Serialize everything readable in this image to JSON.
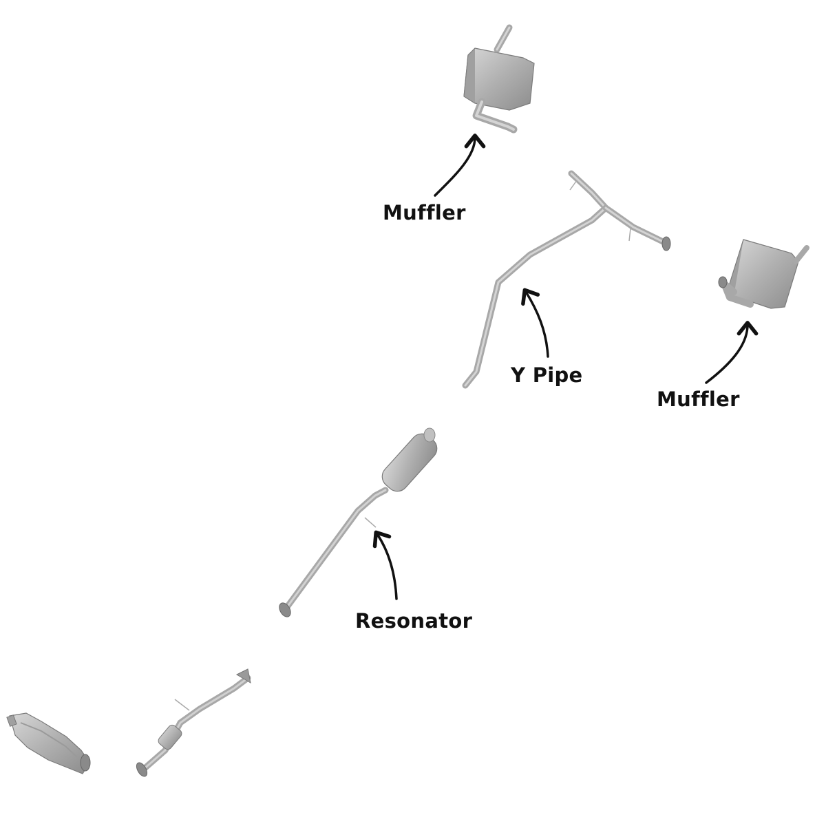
{
  "labels": {
    "muffler_top": "Muffler",
    "y_pipe": "Y Pipe",
    "muffler_right": "Muffler",
    "resonator": "Resonator"
  },
  "colors": {
    "part_fill": "#b4b4b4",
    "part_dark": "#8a8a8a",
    "part_light": "#d2d2d2",
    "arrow": "#111111",
    "background": "#ffffff"
  },
  "parts": [
    "catalytic-converter-manifold",
    "front-pipe-with-converter",
    "resonator-pipe",
    "y-pipe",
    "muffler-top",
    "muffler-right"
  ]
}
